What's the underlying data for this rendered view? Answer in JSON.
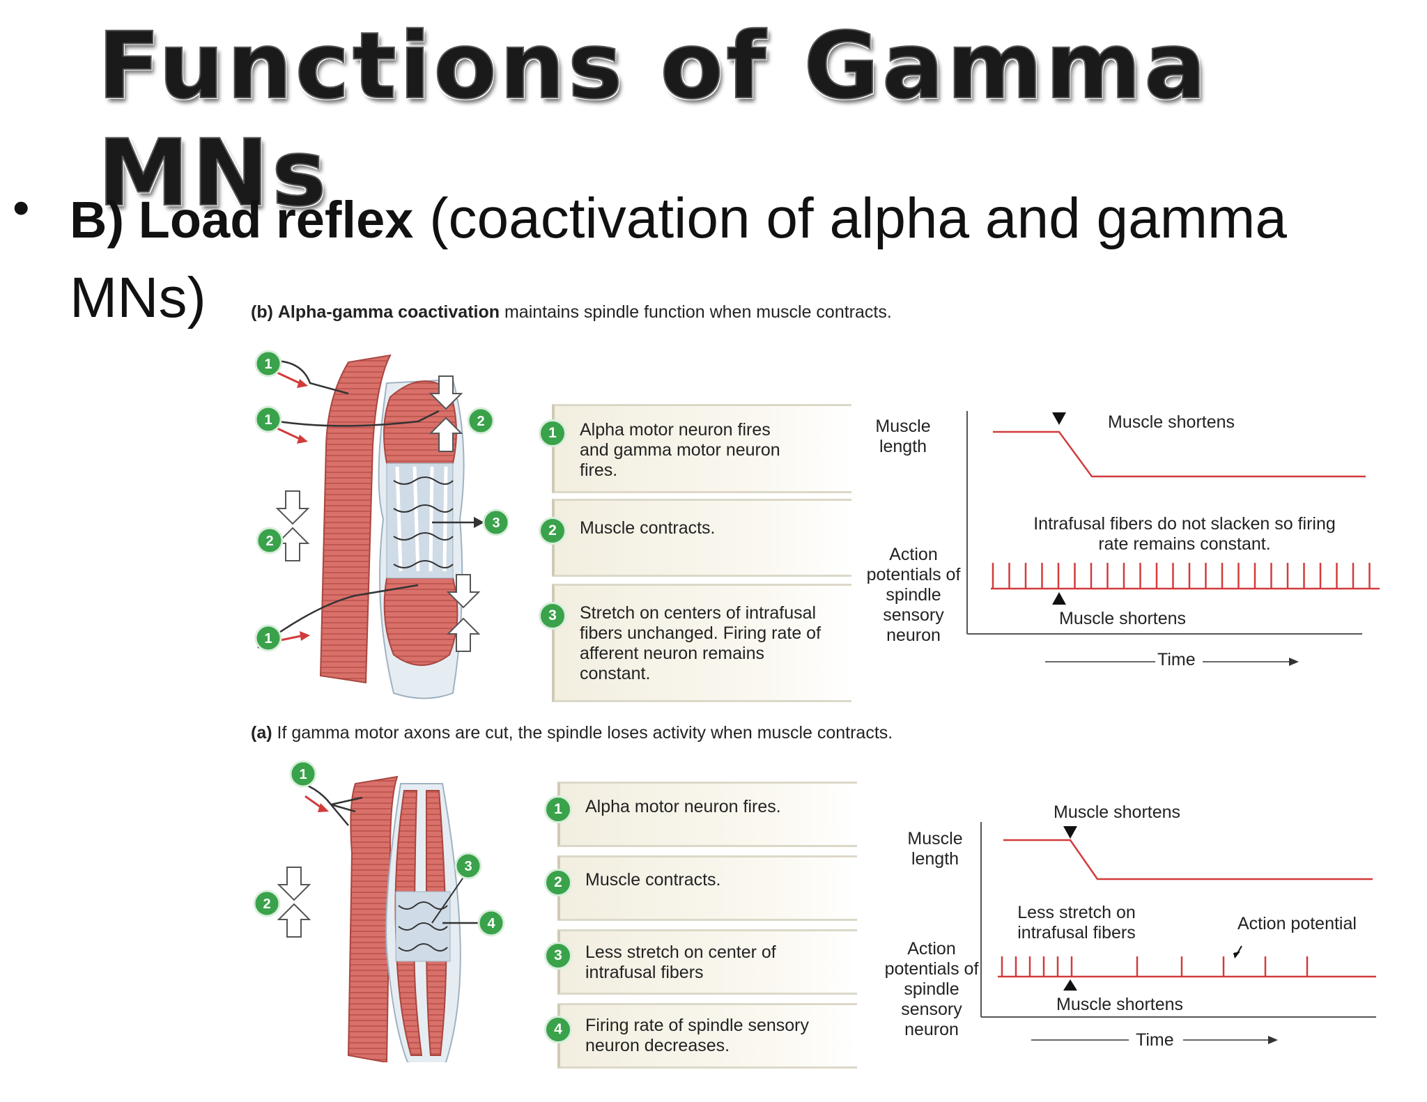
{
  "slide": {
    "title": "Functions of Gamma MNs",
    "bullet": "•",
    "heading_bold": "B) Load reflex",
    "heading_rest": " (coactivation of alpha and gamma MNs)"
  },
  "panel_b": {
    "caption_label": "(b)",
    "caption_bold": "Alpha-gamma coactivation",
    "caption_rest": " maintains spindle function when muscle contracts.",
    "steps": [
      {
        "num": "1",
        "text": "Alpha motor neuron fires and gamma motor neuron fires."
      },
      {
        "num": "2",
        "text": "Muscle contracts."
      },
      {
        "num": "3",
        "text": "Stretch on centers of intrafusal fibers unchanged. Firing rate of afferent neuron remains constant."
      }
    ],
    "graph": {
      "y_label_top": "Muscle length",
      "y_label_bottom": "Action potentials of spindle sensory neuron",
      "label_shortens_top": "Muscle shortens",
      "label_note": "Intrafusal fibers do not slacken so firing rate remains constant.",
      "label_shortens_bottom": "Muscle shortens",
      "x_label": "Time"
    }
  },
  "panel_a": {
    "caption_label": "(a)",
    "caption_rest": " If gamma motor axons are cut, the spindle loses activity when muscle contracts.",
    "steps": [
      {
        "num": "1",
        "text": "Alpha motor neuron fires."
      },
      {
        "num": "2",
        "text": "Muscle contracts."
      },
      {
        "num": "3",
        "text": "Less stretch on center of intrafusal fibers"
      },
      {
        "num": "4",
        "text": "Firing rate of spindle sensory neuron decreases."
      }
    ],
    "graph": {
      "y_label_top": "Muscle length",
      "y_label_bottom": "Action potentials of spindle sensory neuron",
      "label_shortens_top": "Muscle shortens",
      "label_less_stretch": "Less stretch on intrafusal fibers",
      "label_ap": "Action potential",
      "label_shortens_bottom": "Muscle shortens",
      "x_label": "Time"
    }
  },
  "colors": {
    "muscle": "#d9706a",
    "trace": "#d23b3b",
    "step_circle": "#3aa24a"
  }
}
